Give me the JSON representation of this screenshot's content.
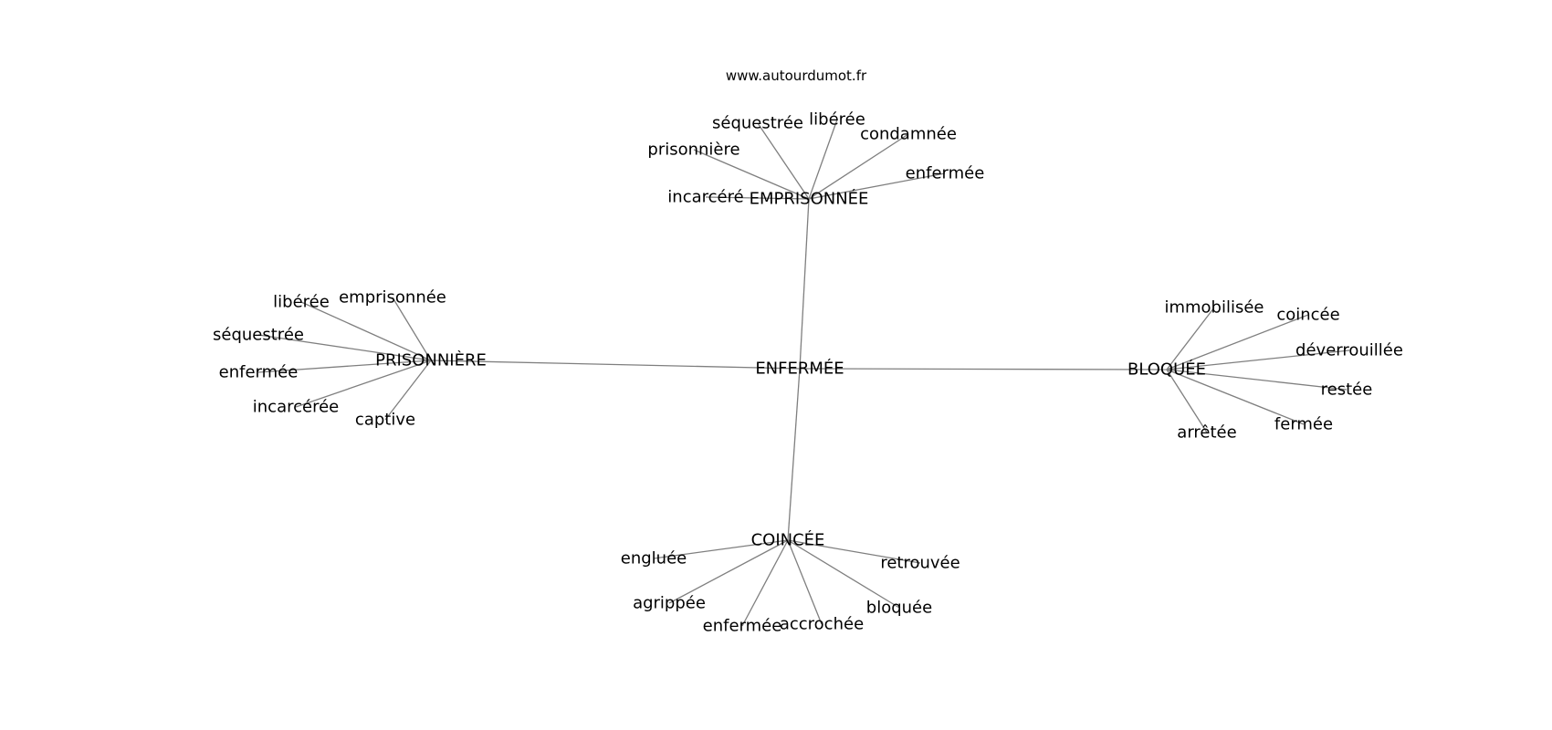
{
  "source": "www.autourdumot.fr",
  "graph": {
    "center": "ENFERMÉE",
    "hubs": [
      {
        "label": "EMPRISONNÉE",
        "leaves": [
          "prisonnière",
          "séquestrée",
          "libérée",
          "condamnée",
          "enfermée",
          "incarcéré"
        ]
      },
      {
        "label": "PRISONNIÈRE",
        "leaves": [
          "libérée",
          "emprisonnée",
          "séquestrée",
          "enfermée",
          "incarcérée",
          "captive"
        ]
      },
      {
        "label": "BLOQUÉE",
        "leaves": [
          "immobilisée",
          "coincée",
          "déverrouillée",
          "restée",
          "fermée",
          "arrêtée"
        ]
      },
      {
        "label": "COINCÉE",
        "leaves": [
          "engluée",
          "agrippée",
          "enfermée",
          "accrochée",
          "bloquée",
          "retrouvée"
        ]
      }
    ]
  },
  "colors": {
    "edge": "#7f7f7f",
    "text": "#000000",
    "background": "#ffffff"
  }
}
